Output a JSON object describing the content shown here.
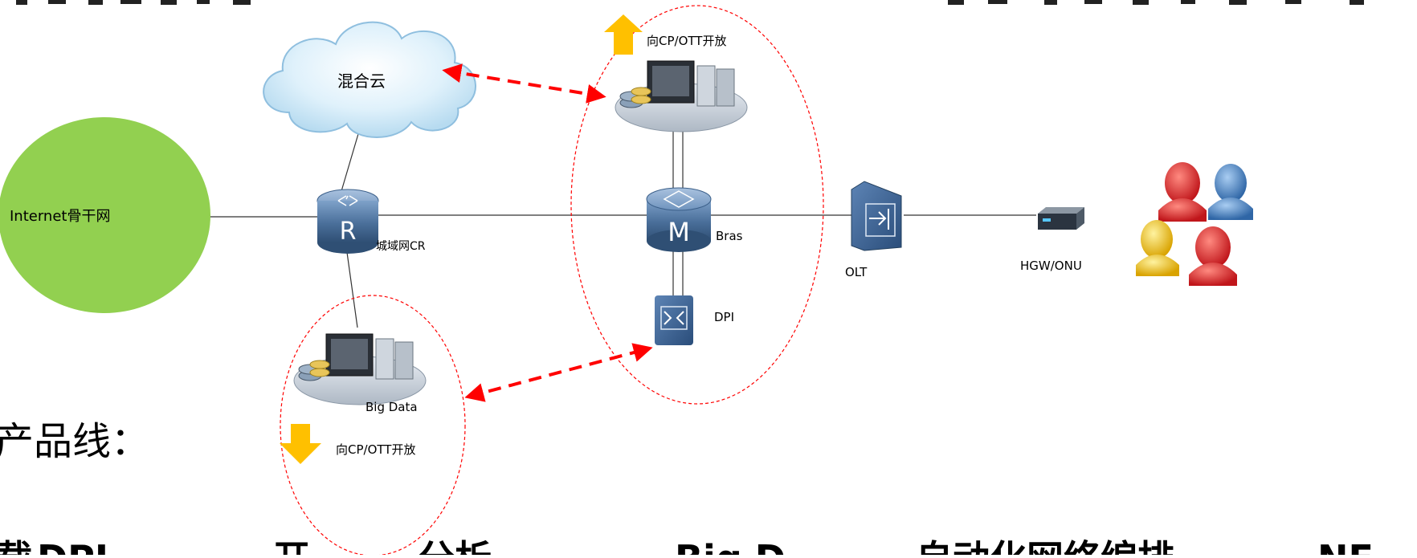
{
  "nodes": {
    "internet": {
      "label": "Internet骨干网"
    },
    "hybrid_cloud": {
      "label": "混合云"
    },
    "cr": {
      "label": "城域网CR"
    },
    "bras": {
      "label": "Bras"
    },
    "dpi": {
      "label": "DPI"
    },
    "olt": {
      "label": "OLT"
    },
    "hgw": {
      "label": "HGW/ONU"
    },
    "big_data": {
      "label": "Big Data"
    }
  },
  "annotations": {
    "open_top": "向CP/OTT开放",
    "open_bottom": "向CP/OTT开放"
  },
  "page_text": {
    "line_label": "产品线：",
    "bottom_fragments": [
      "载",
      "DPI",
      "开",
      "分析",
      "Big D",
      "自动化网络编排",
      "NF"
    ]
  },
  "colors": {
    "internet_fill": "#92d050",
    "dashed_highlight": "#ff0000",
    "arrow_orange": "#ffc000",
    "device_blue": "#4a6f9a"
  }
}
